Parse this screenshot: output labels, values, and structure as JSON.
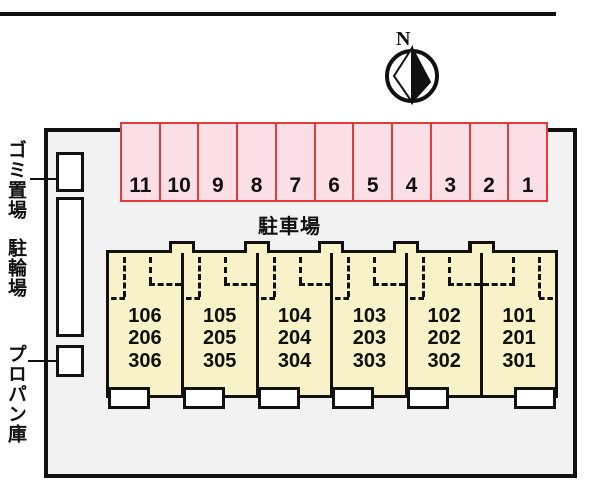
{
  "map": {
    "type": "apartment-site-plan",
    "colors": {
      "parking_fill": "#fbdfe6",
      "parking_border": "#e23b3b",
      "building_fill": "#f7f2c8",
      "outline": "#111111",
      "lot_background": "#f2f2f2",
      "page_background": "#ffffff"
    }
  },
  "compass": {
    "north_label": "N",
    "icon": "compass-rose-icon"
  },
  "road": {
    "name": "road-boundary-line"
  },
  "facilities": [
    {
      "id": "gomi",
      "label": "ゴミ置場",
      "meaning": "garbage-station"
    },
    {
      "id": "churin",
      "label": "駐輪場",
      "meaning": "bicycle-parking"
    },
    {
      "id": "propan",
      "label": "プロパン庫",
      "meaning": "propane-storage"
    }
  ],
  "parking": {
    "label": "駐車場",
    "stalls": [
      {
        "number": "11"
      },
      {
        "number": "10"
      },
      {
        "number": "9"
      },
      {
        "number": "8"
      },
      {
        "number": "7"
      },
      {
        "number": "6"
      },
      {
        "number": "5"
      },
      {
        "number": "4"
      },
      {
        "number": "3"
      },
      {
        "number": "2"
      },
      {
        "number": "1"
      }
    ]
  },
  "building": {
    "units": [
      {
        "floor1": "106",
        "floor2": "206",
        "floor3": "306"
      },
      {
        "floor1": "105",
        "floor2": "205",
        "floor3": "305"
      },
      {
        "floor1": "104",
        "floor2": "204",
        "floor3": "304"
      },
      {
        "floor1": "103",
        "floor2": "203",
        "floor3": "303"
      },
      {
        "floor1": "102",
        "floor2": "202",
        "floor3": "302"
      },
      {
        "floor1": "101",
        "floor2": "201",
        "floor3": "301"
      }
    ]
  }
}
